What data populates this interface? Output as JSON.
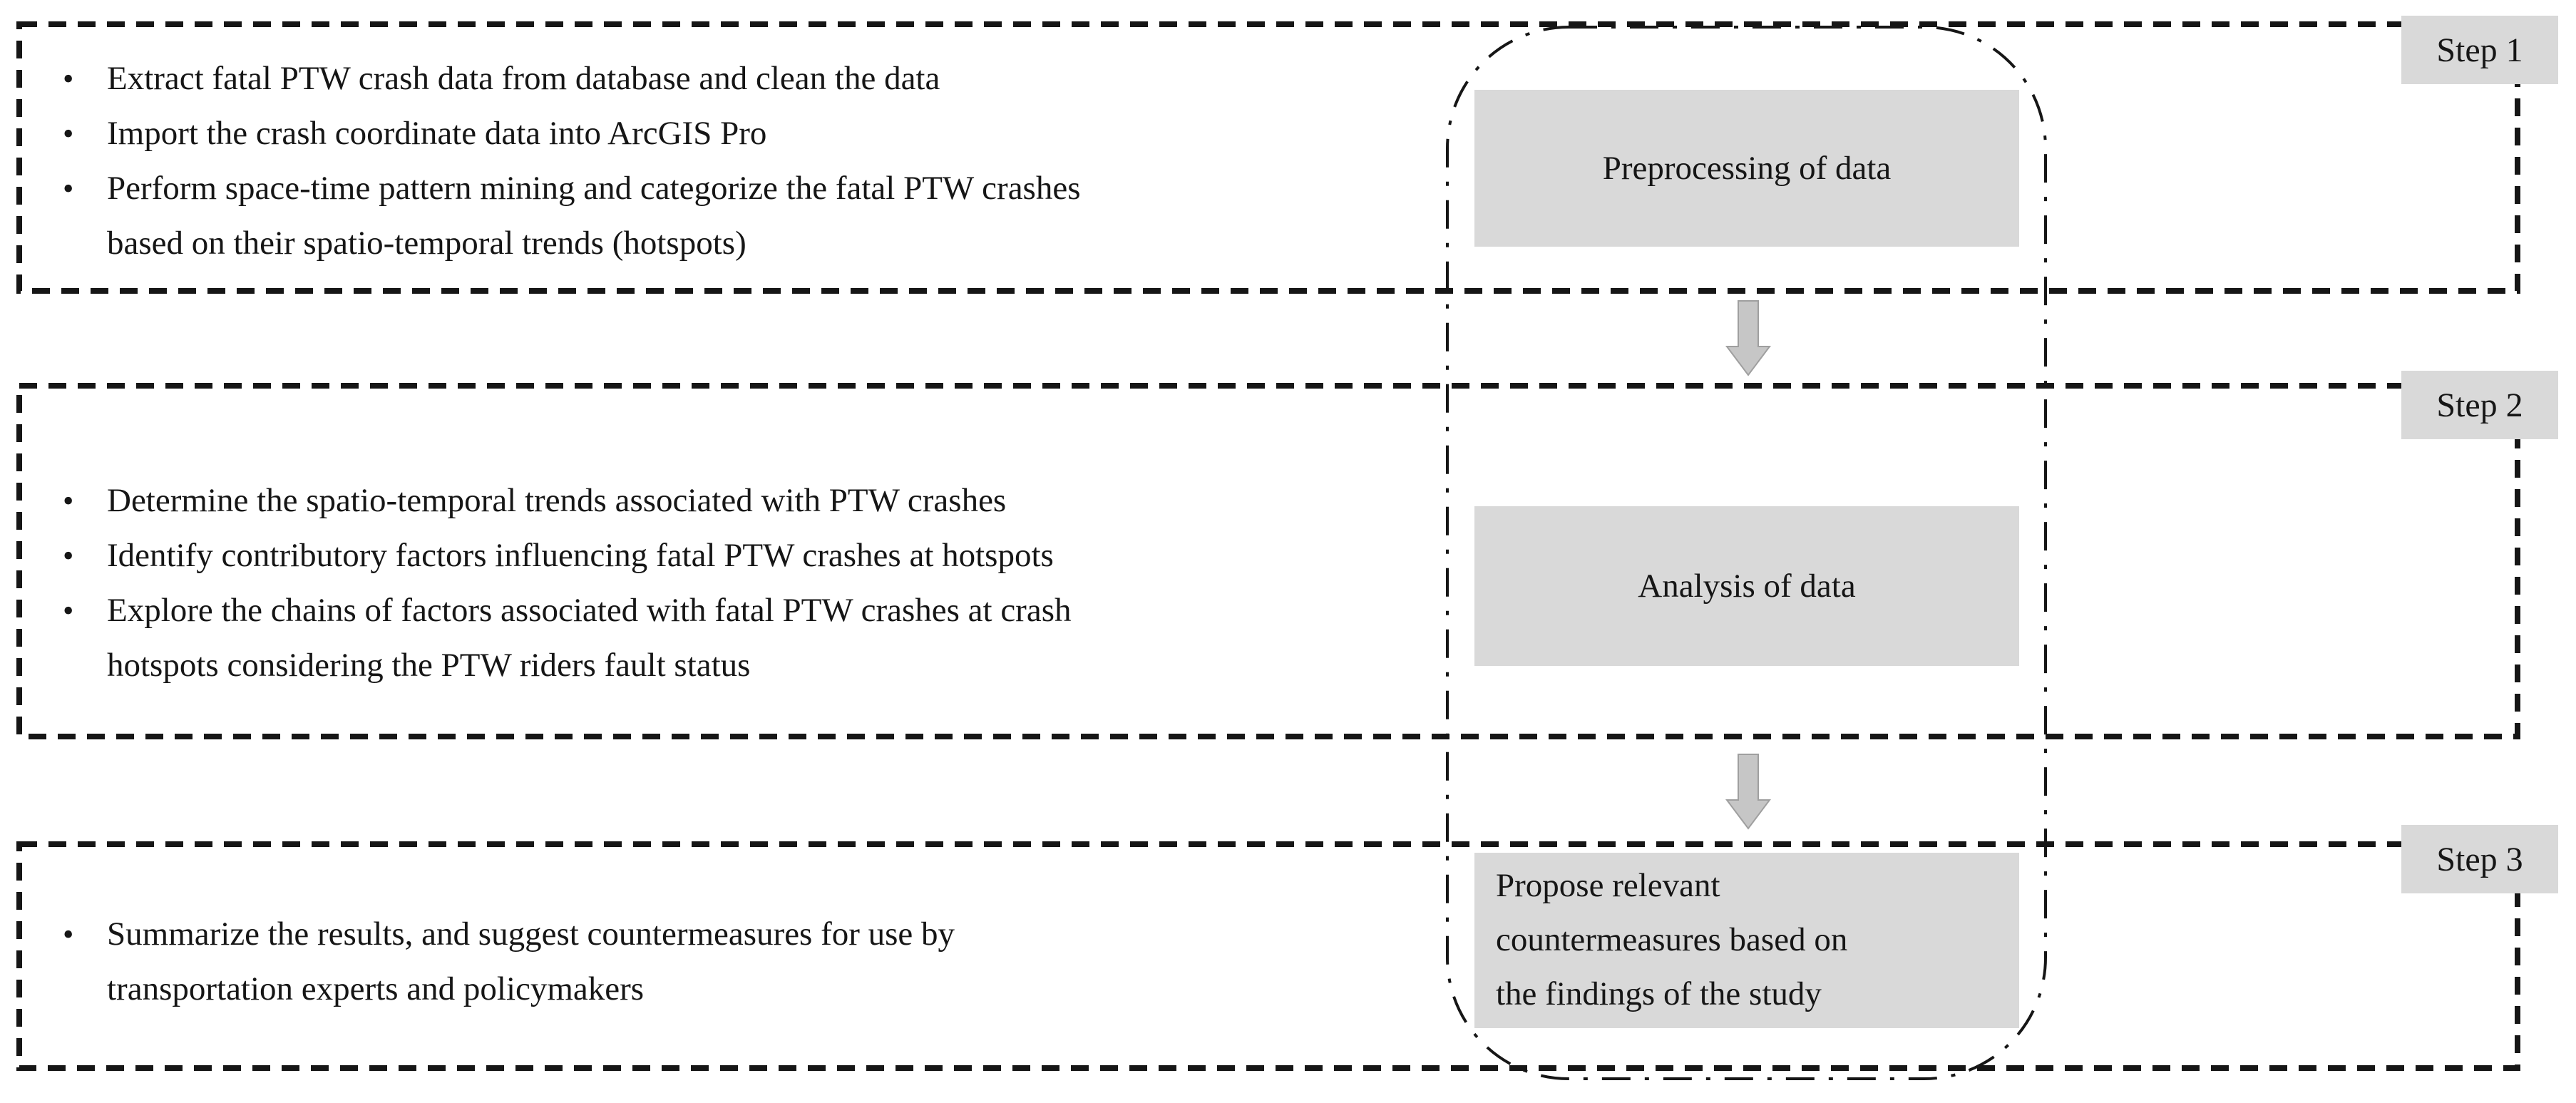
{
  "figure": {
    "type": "methodology-flowchart",
    "description_visible": false
  },
  "colors": {
    "background": "#ffffff",
    "line_color": "#161616",
    "box_fill": "#d9d9d9",
    "label_fill": "#d9d9d9",
    "arrow_fill": "#c6c6c6"
  },
  "steps": [
    {
      "label": "Step 1",
      "bullets": [
        {
          "lines": [
            "Extract fatal PTW crash data from database and clean the data"
          ]
        },
        {
          "lines": [
            "Import the crash coordinate data into ArcGIS Pro"
          ]
        },
        {
          "lines": [
            "Perform space-time pattern mining and categorize the fatal PTW crashes",
            "based on their spatio-temporal trends (hotspots)"
          ]
        }
      ],
      "process_box": {
        "lines": [
          "Preprocessing of data"
        ]
      }
    },
    {
      "label": "Step 2",
      "bullets": [
        {
          "lines": [
            "Determine the spatio-temporal trends associated with PTW crashes"
          ]
        },
        {
          "lines": [
            "Identify contributory factors influencing fatal PTW crashes at hotspots"
          ]
        },
        {
          "lines": [
            "Explore the chains of factors associated with fatal PTW crashes at crash",
            "hotspots considering the PTW riders fault status"
          ]
        }
      ],
      "process_box": {
        "lines": [
          "Analysis of data"
        ]
      }
    },
    {
      "label": "Step 3",
      "bullets": [
        {
          "lines": [
            "Summarize the results, and suggest countermeasures for use by",
            "transportation experts and policymakers"
          ]
        }
      ],
      "process_box": {
        "lines": [
          "Propose relevant",
          "countermeasures based on",
          "the findings of the study"
        ]
      }
    }
  ]
}
